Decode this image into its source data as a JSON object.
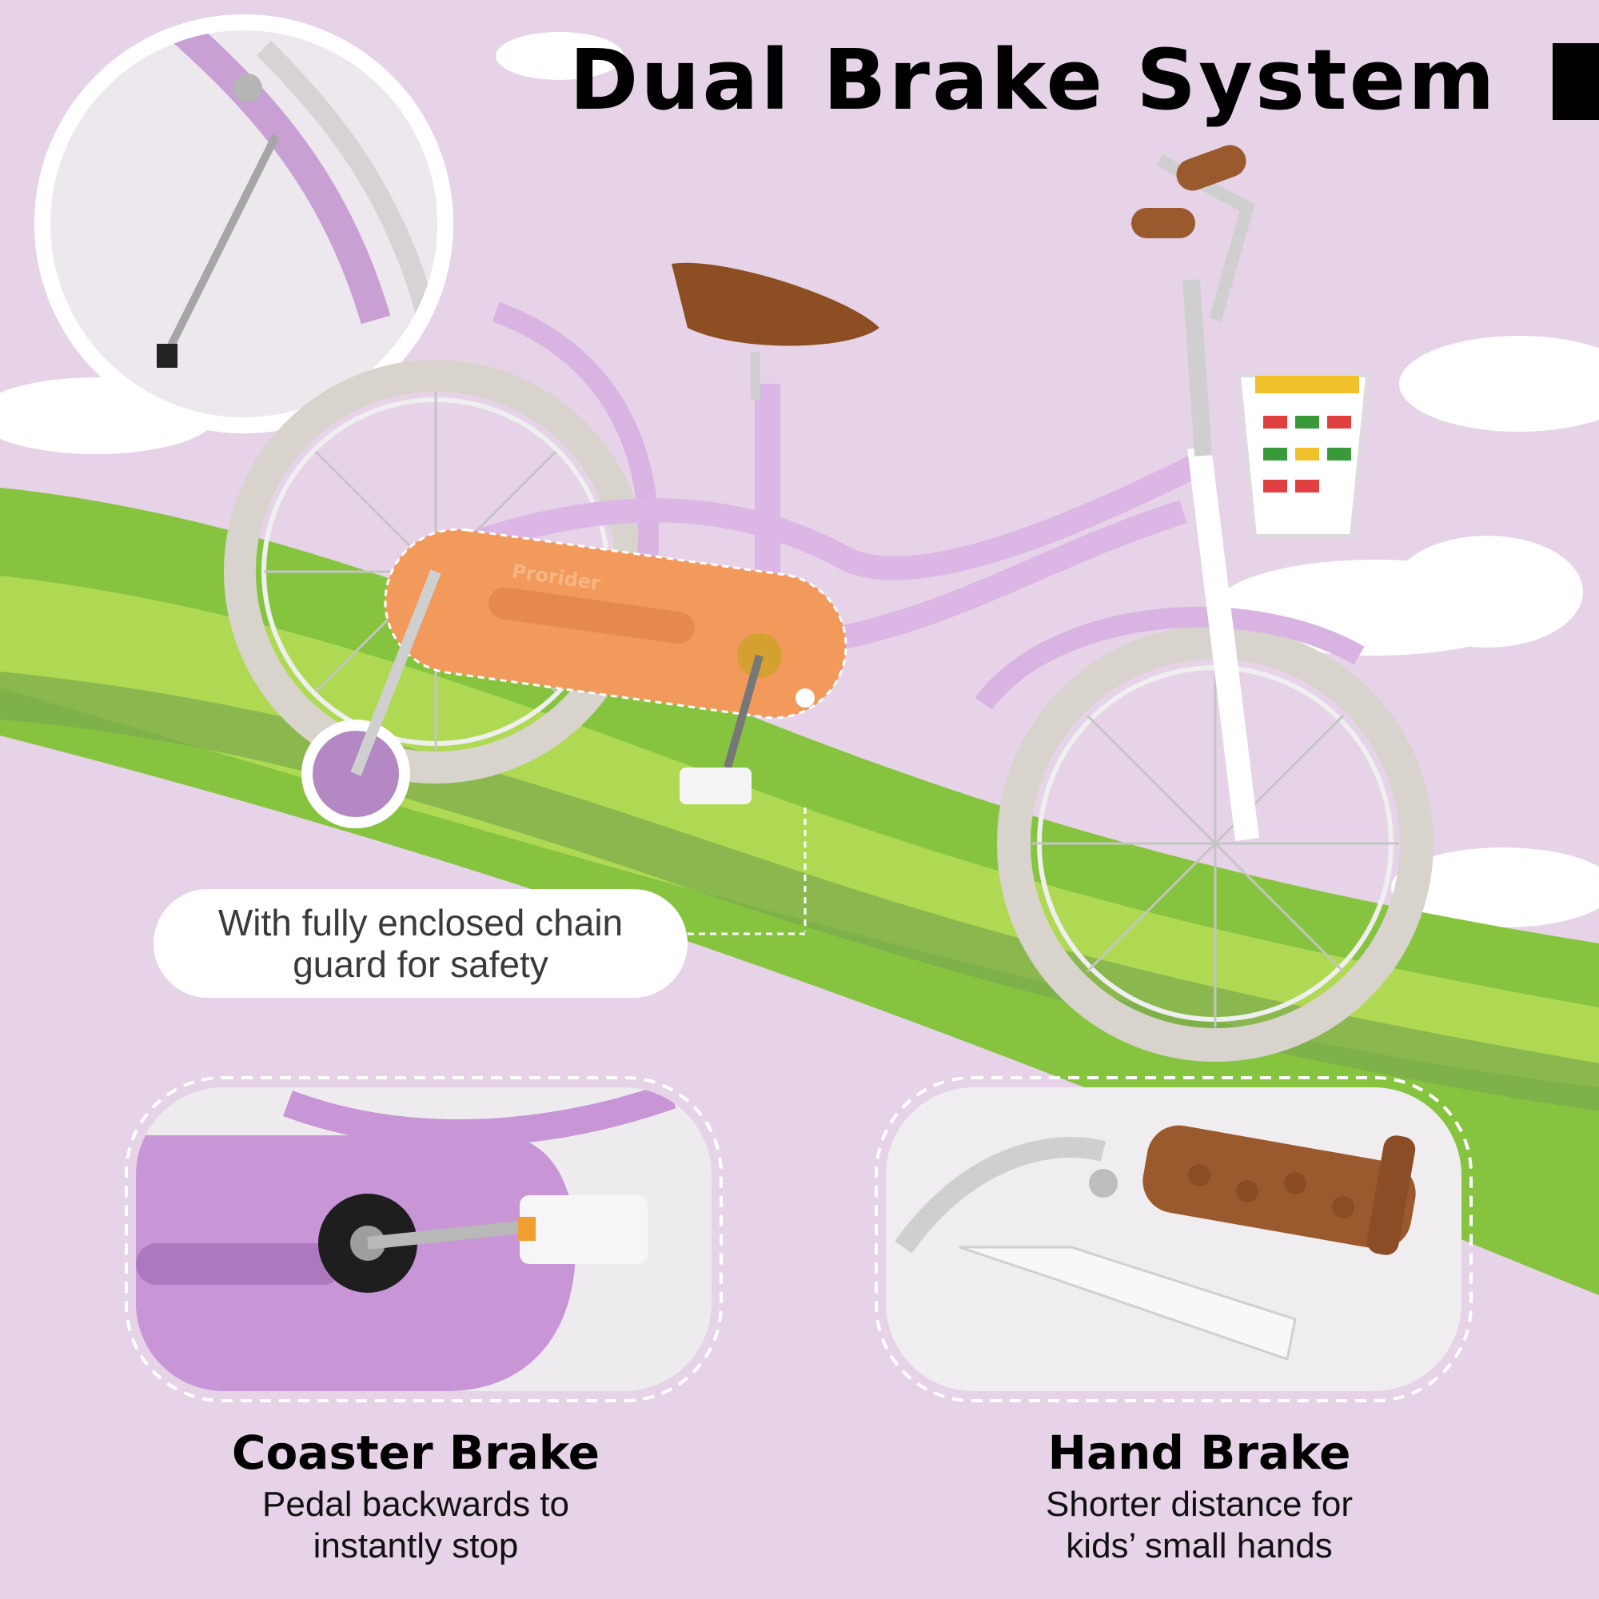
{
  "header": {
    "title": "Dual Brake System"
  },
  "callout": {
    "line1": "With fully enclosed chain",
    "line2": "guard for safety"
  },
  "bike": {
    "brand_mark": "Prorider"
  },
  "features": [
    {
      "title": "Coaster Brake",
      "line1": "Pedal backwards to",
      "line2": "instantly stop"
    },
    {
      "title": "Hand Brake",
      "line1": "Shorter distance for",
      "line2": "kids’ small hands"
    }
  ],
  "colors": {
    "background": "#e6d3e8",
    "frame": "#d9b4e2",
    "grass": "#86c440",
    "chain_guard": "#f19a5c",
    "tire": "#d8d3cc",
    "grip": "#9b5a2e"
  }
}
